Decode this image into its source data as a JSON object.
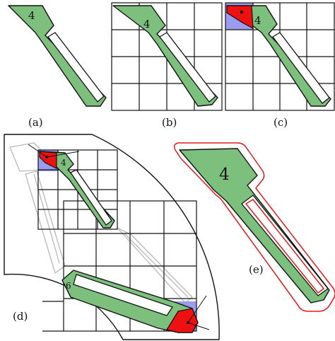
{
  "panels": {
    "a": {
      "caption": "(a)",
      "part_number": "4"
    },
    "b": {
      "caption": "(b)",
      "part_number": "4"
    },
    "c": {
      "caption": "(c)",
      "part_number": "4"
    },
    "d": {
      "caption": "(d)",
      "part_numbers": [
        "4",
        "6"
      ]
    },
    "e": {
      "caption": "(e)",
      "part_number": "4"
    }
  },
  "colors": {
    "part_fill": "#7dc07d",
    "highlight_red": "#ee1111",
    "highlight_blue": "#9b9bf0",
    "offset_outline": "#e41a1a",
    "ghost_outline": "#b8b8b8"
  }
}
